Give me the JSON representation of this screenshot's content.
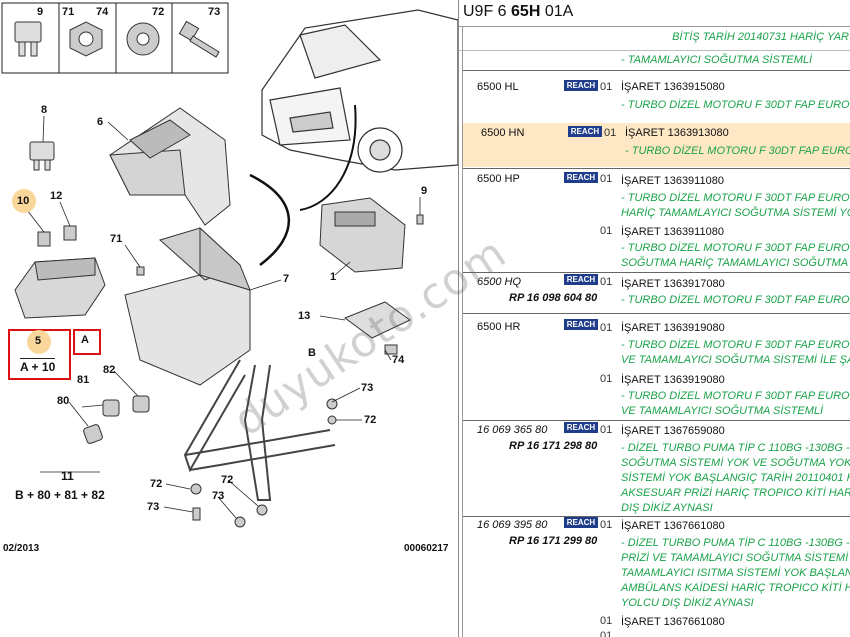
{
  "diagram": {
    "top_boxes": [
      {
        "num": "9",
        "icon": "fuse-icon"
      },
      {
        "num": "71",
        "icon": "nut-icon"
      },
      {
        "num": "74",
        "icon": "nut-icon"
      },
      {
        "num": "72",
        "icon": "washer-icon"
      },
      {
        "num": "73",
        "icon": "bolt-icon"
      }
    ],
    "labels": [
      "8",
      "6",
      "10",
      "12",
      "71",
      "7",
      "9",
      "1",
      "13",
      "74",
      "73",
      "72",
      "5",
      "A + 10",
      "A",
      "81",
      "82",
      "80",
      "11",
      "B + 80 + 81 + 82",
      "72",
      "72",
      "73",
      "73",
      "B"
    ],
    "footer_left": "02/2013",
    "footer_right": "00060217"
  },
  "watermark": "duyukoto.com",
  "header": {
    "code_prefix": "U9F 6",
    "code_bold": "65H",
    "code_suffix": "01A"
  },
  "subheader": "BİTİŞ TARİH 20140731 HARİÇ YAR",
  "rows": [
    {
      "desc": [
        "- TAMAMLAYICI SOĞUTMA SİSTEMLİ"
      ]
    },
    {
      "code": "6500 HL",
      "reach": "REACH",
      "qty": "01",
      "isaret": "İŞARET 1363915080",
      "desc": [
        "- TURBO DİZEL MOTORU F 30DT FAP EURO5"
      ]
    },
    {
      "code": "6500 HN",
      "reach": "REACH",
      "qty": "01",
      "isaret": "İŞARET 1363913080",
      "desc": [
        "- TURBO DİZEL MOTORU F 30DT FAP EURO5"
      ]
    },
    {
      "code": "6500 HP",
      "reach": "REACH",
      "qty": "01",
      "isaret": "İŞARET 1363911080",
      "desc": [
        "- TURBO DİZEL MOTORU F 30DT FAP EURO5",
        "HARİÇ TAMAMLAYICI SOĞUTMA SİSTEMİ YO"
      ]
    },
    {
      "qty": "01",
      "isaret": "İŞARET 1363911080",
      "desc": [
        "- TURBO DİZEL MOTORU F 30DT FAP EURO5",
        "SOĞUTMA HARİÇ TAMAMLAYICI SOĞUTMA S"
      ]
    },
    {
      "code": "6500 HQ",
      "ref": "RP 16 098 604 80",
      "reach": "REACH",
      "qty": "01",
      "isaret": "İŞARET 1363917080",
      "desc": [
        "- TURBO DİZEL MOTORU F 30DT FAP EURO5"
      ]
    },
    {
      "code": "6500 HR",
      "reach": "REACH",
      "qty": "01",
      "isaret": "İŞARET 1363919080",
      "desc": [
        "- TURBO DİZEL MOTORU F 30DT FAP EURO5",
        "VE TAMAMLAYICI SOĞUTMA SİSTEMİ İLE ŞA"
      ]
    },
    {
      "qty": "01",
      "isaret": "İŞARET 1363919080",
      "desc": [
        "- TURBO DİZEL MOTORU F 30DT FAP EURO5",
        "VE TAMAMLAYICI SOĞUTMA SİSTEMLİ"
      ]
    },
    {
      "code": "16 069 365 80",
      "ref": "RP 16 171 298 80",
      "reach": "REACH",
      "qty": "01",
      "isaret": "İŞARET 1367659080",
      "desc": [
        "- DİZEL TURBO PUMA TİP C 110BG -130BG -1",
        "SOĞUTMA SİSTEMİ YOK VE SOĞUTMA YOK",
        "SİSTEMİ YOK BAŞLANGIÇ TARİH 20110401 H",
        "AKSESUAR PRİZİ HARİÇ TROPICO KİTİ HAR",
        "DIŞ DİKİZ AYNASI"
      ]
    },
    {
      "code": "16 069 395 80",
      "ref": "RP 16 171 299 80",
      "reach": "REACH",
      "qty": "01",
      "isaret": "İŞARET 1367661080",
      "desc": [
        "- DİZEL TURBO PUMA TİP C 110BG -130BG -1",
        "PRİZİ VE TAMAMLAYICI SOĞUTMA SİSTEMİ Y",
        "TAMAMLAYICI ISITMA SİSTEMİ YOK BAŞLANG",
        "AMBÜLANS KAİDESİ HARİÇ TROPICO KİTİ HA",
        "YOLCU DIŞ DİKİZ AYNASI"
      ]
    },
    {
      "qty": "01",
      "isaret": "İŞARET 1367661080"
    },
    {
      "qty": "01"
    }
  ]
}
